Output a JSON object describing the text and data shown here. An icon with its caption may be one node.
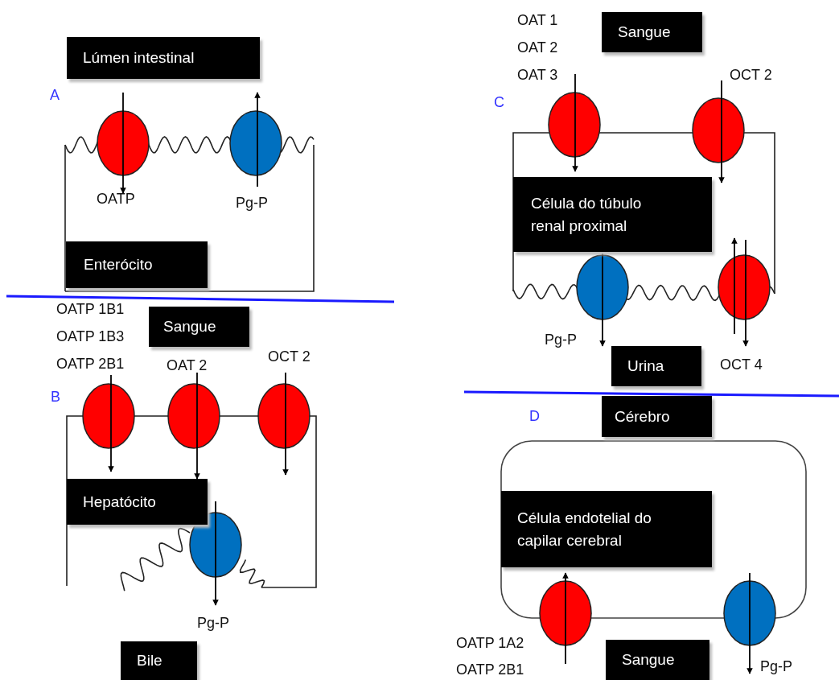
{
  "diagram": {
    "nodes": [
      {
        "text": [
          "Lúmen intestinal"
        ]
      },
      {
        "text": [],
        "shape": "circle",
        "beside": [
          "OATP"
        ]
      },
      {
        "text": [],
        "shape": "circle",
        "beside": [
          "Pg-P"
        ]
      },
      {
        "text": [
          "Enterócito"
        ]
      },
      {
        "text": [
          "Sangue"
        ]
      },
      {
        "text": [],
        "shape": "circle",
        "beside": [
          "OATP 1B1",
          "OATP 1B3",
          "OATP 2B1"
        ]
      },
      {
        "text": [],
        "shape": "circle",
        "beside": [
          "OAT 2"
        ]
      },
      {
        "text": [],
        "shape": "circle",
        "beside": [
          "OCT 2"
        ]
      },
      {
        "text": [
          "Hepatócito"
        ]
      },
      {
        "text": [],
        "shape": "circle"
      },
      {
        "text": [
          "Bile"
        ]
      },
      {
        "text": [
          "Sangue"
        ]
      },
      {
        "text": [],
        "shape": "circle",
        "beside": [
          "OAT 1",
          "OAT 2",
          "OAT 3"
        ]
      },
      {
        "text": [],
        "shape": "circle",
        "beside": [
          "OCT 2"
        ]
      },
      {
        "text": [
          "Célula do túbulo renal proximal"
        ]
      },
      {
        "text": [],
        "shape": "circle",
        "beside": [
          "Pg-P"
        ]
      },
      {
        "text": [],
        "shape": "circle"
      },
      {
        "text": [
          "Urina"
        ]
      },
      {
        "text": [
          "Cérebro"
        ]
      },
      {
        "text": [
          "Célula endotelial do capilar cerebral"
        ]
      },
      {
        "text": [],
        "shape": "circle",
        "beside": [
          "OATP 1A2",
          "OATP 2B1"
        ]
      },
      {
        "text": [],
        "shape": "circle",
        "beside": [
          "Pg-P"
        ]
      },
      {
        "text": [
          "Sangue"
        ]
      }
    ],
    "edges": [
      {
        "from": 6,
        "to": 8,
        "arrow": "to"
      },
      {
        "from": 15,
        "to": 17,
        "arrow": "to"
      }
    ],
    "labels": [
      "A",
      "B",
      "Pg-P",
      "C",
      "OCT 4",
      "D"
    ]
  }
}
